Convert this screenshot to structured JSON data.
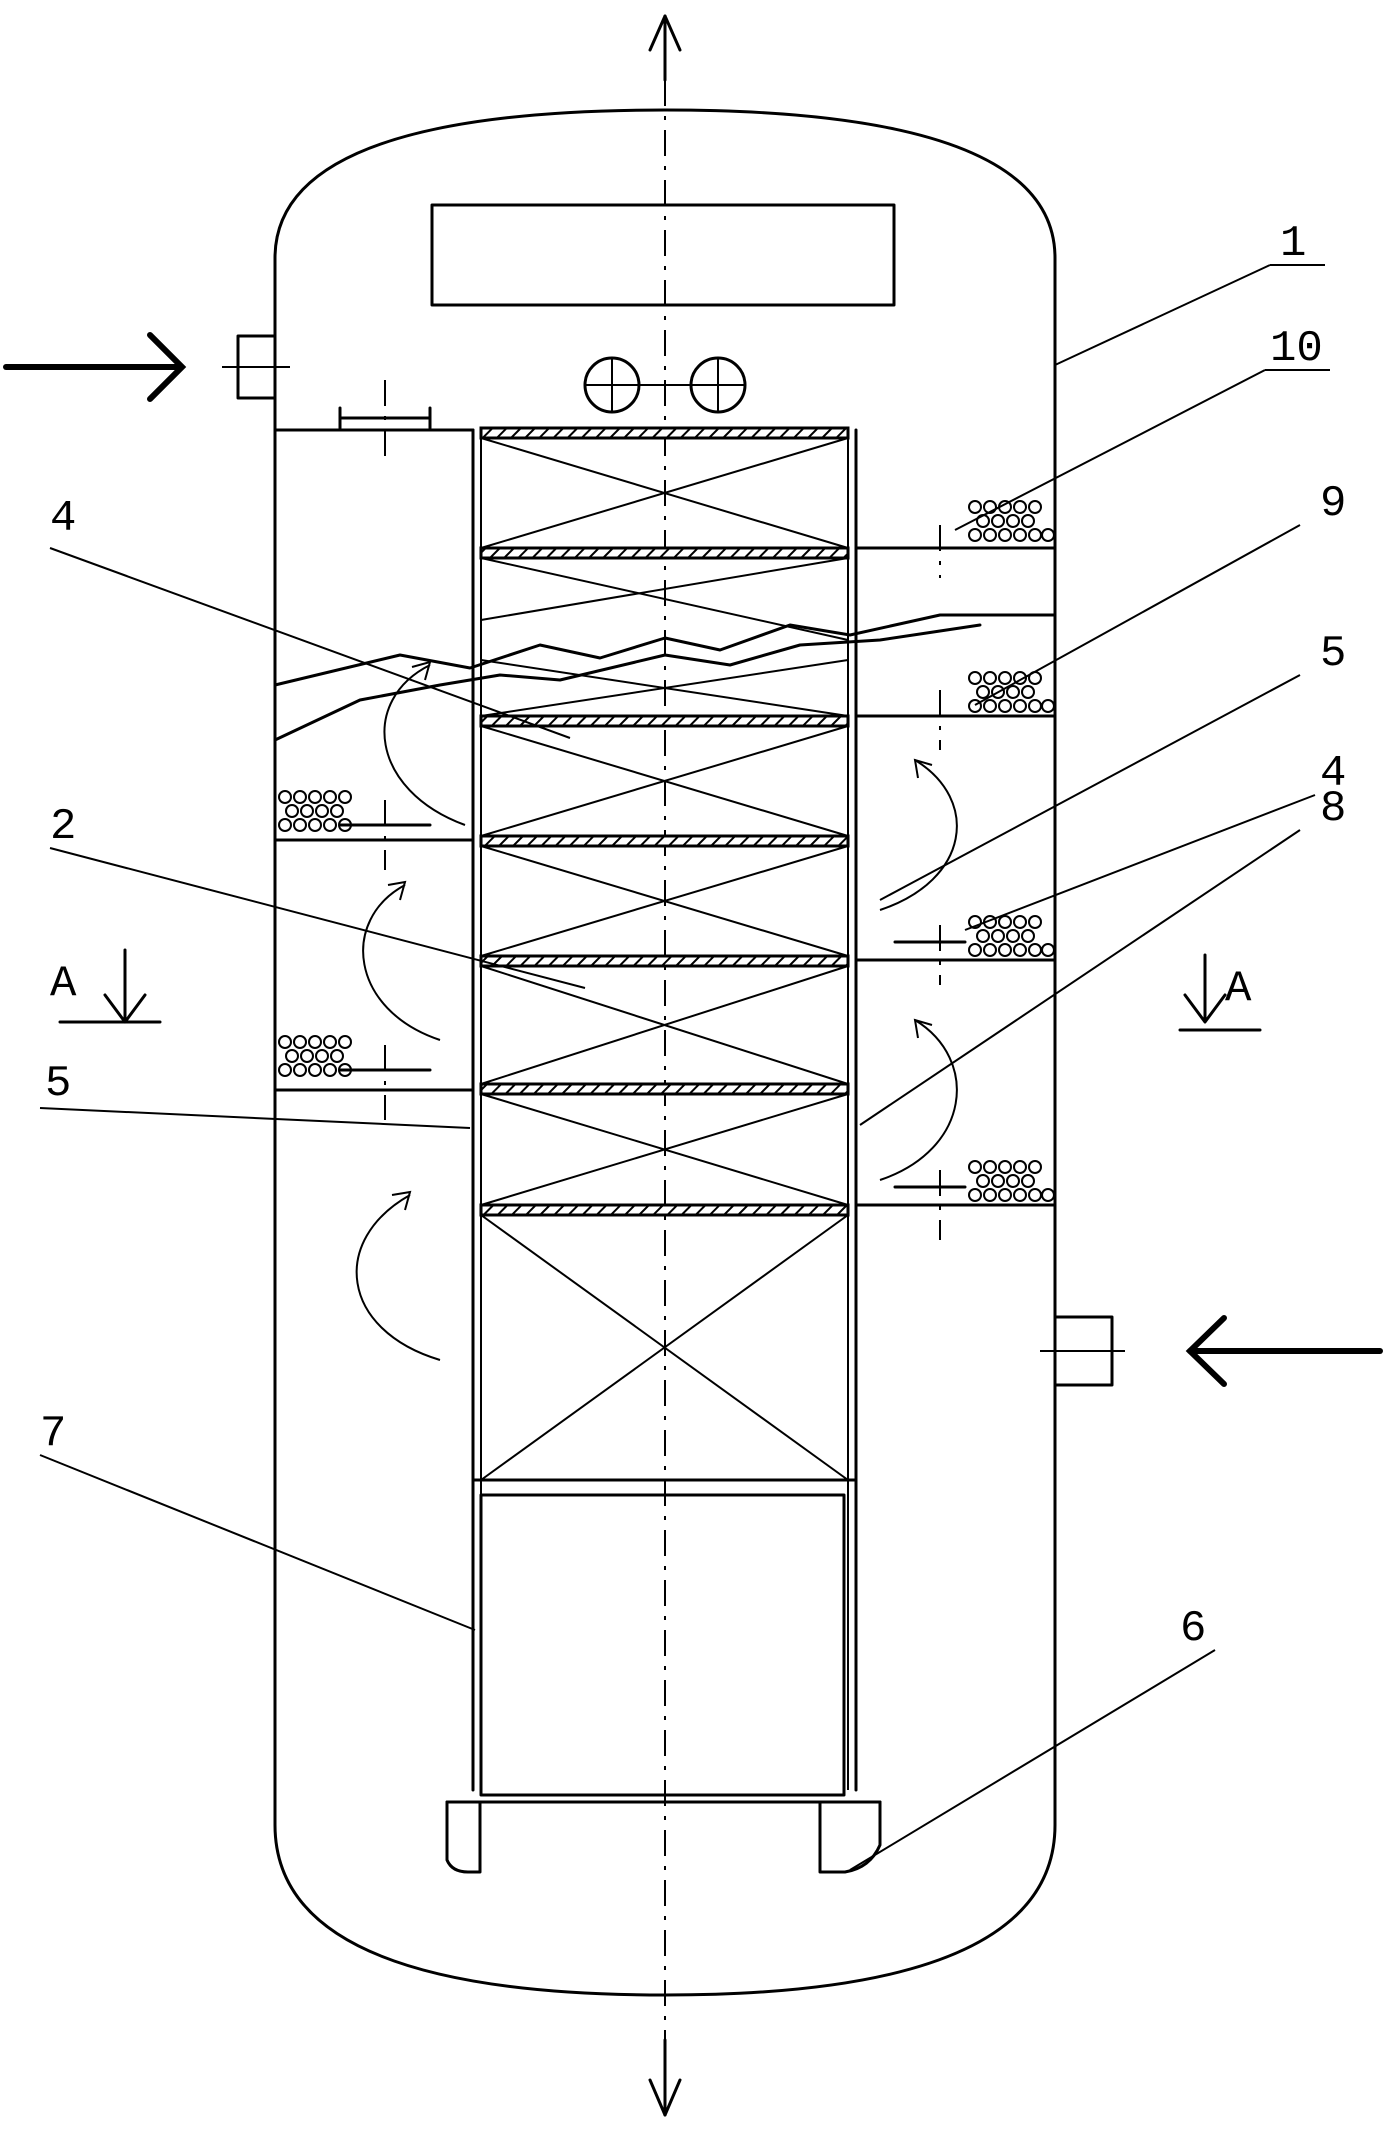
{
  "labels": {
    "shell": "1",
    "packing": "2",
    "tray_upper_left": "4",
    "tray_right": "4",
    "space_right": "5",
    "space_left": "5",
    "support": "6",
    "inner_cylinder": "7",
    "wall": "8",
    "coil_mid": "9",
    "coil_top": "10",
    "section_left": "A",
    "section_right": "A"
  }
}
